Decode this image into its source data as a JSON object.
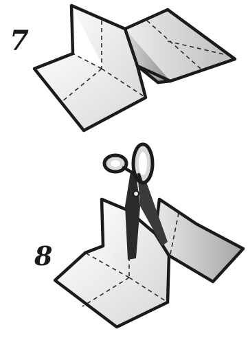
{
  "steps": [
    {
      "number": "7"
    },
    {
      "number": "8"
    }
  ],
  "icons": {
    "folded_paper_step7": "folded-paper-illustration",
    "folded_paper_step8": "folded-paper-cut-illustration",
    "scissors": "scissors-icon"
  },
  "colors": {
    "paper_light": "#f2f2f2",
    "paper_mid": "#d6d6d6",
    "paper_dark": "#9a9a9a",
    "ink": "#1b1b1b"
  }
}
